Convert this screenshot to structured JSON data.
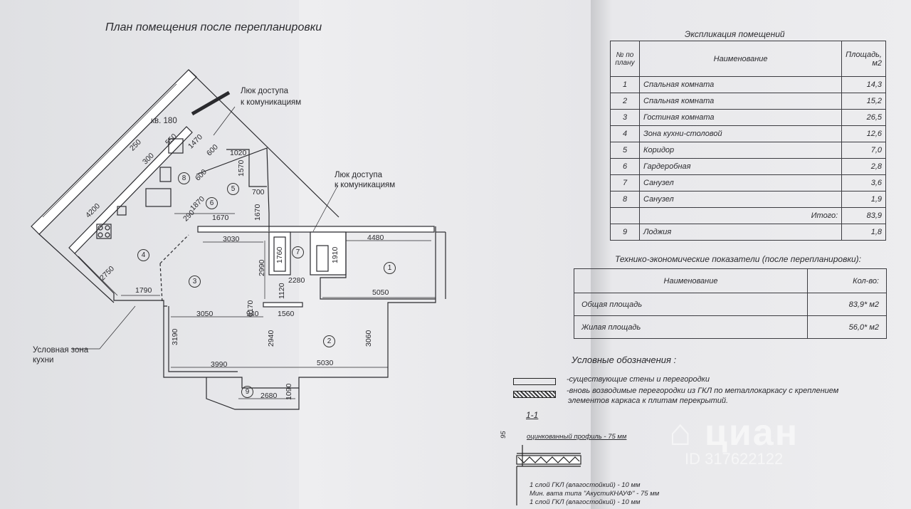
{
  "plan": {
    "title": "План помещения после перепланировки",
    "label_access_top_1": "Люк доступа",
    "label_access_top_2": "к комуникациям",
    "label_apartment": "кв. 180",
    "label_access_mid_1": "Люк доступа",
    "label_access_mid_2": "к комуникациям",
    "label_kitchen_zone_1": "Условная зона",
    "label_kitchen_zone_2": "кухни",
    "dimensions": [
      "4200",
      "250",
      "300",
      "550",
      "1470",
      "600",
      "600",
      "1020",
      "1570",
      "700",
      "1670",
      "1870",
      "290",
      "1670",
      "3030",
      "2990",
      "1760",
      "1120",
      "2280",
      "1910",
      "4480",
      "5050",
      "2750",
      "1790",
      "6170",
      "3050",
      "940",
      "1560",
      "3190",
      "2940",
      "3060",
      "3990",
      "5030",
      "2680",
      "1090"
    ],
    "rooms": [
      "1",
      "2",
      "3",
      "4",
      "5",
      "6",
      "7",
      "8",
      "9"
    ]
  },
  "explication": {
    "title": "Экспликация помещений",
    "headers": [
      "№ по плану",
      "Наименование",
      "Площадь, м2"
    ],
    "rows": [
      [
        "1",
        "Спальная комната",
        "14,3"
      ],
      [
        "2",
        "Спальная комната",
        "15,2"
      ],
      [
        "3",
        "Гостиная комната",
        "26,5"
      ],
      [
        "4",
        "Зона кухни-столовой",
        "12,6"
      ],
      [
        "5",
        "Коридор",
        "7,0"
      ],
      [
        "6",
        "Гардеробная",
        "2,8"
      ],
      [
        "7",
        "Санузел",
        "3,6"
      ],
      [
        "8",
        "Санузел",
        "1,9"
      ]
    ],
    "total_label": "Итого:",
    "total_value": "83,9",
    "row9": [
      "9",
      "Лоджия",
      "1,8"
    ]
  },
  "tech": {
    "title": "Технико-экономические показатели (после перепланировки):",
    "headers": [
      "Наименование",
      "Кол-во:"
    ],
    "rows": [
      [
        "Общая площадь",
        "83,9* м2"
      ],
      [
        "Жилая площадь",
        "56,0* м2"
      ]
    ]
  },
  "legend": {
    "title": "Условные обозначения :",
    "existing": "-существующие стены и перегородки",
    "new_1": "-вновь возводимые перегородки из ГКЛ по металлокаркасу с креплением",
    "new_2": "элементов каркаса к плитам перекрытий."
  },
  "section": {
    "title": "1-1",
    "dim": "95",
    "profile": "оцинкованный профиль - 75 мм",
    "layer1": "1 слой ГКЛ (влагостойкий) - 10 мм",
    "layer2": "Мин. вата типа \"АкустиКНАУФ\" - 75 мм",
    "layer3": "1 слой ГКЛ (влагостойкий) - 10 мм"
  },
  "watermark": {
    "brand": "циан",
    "id": "ID 317622122"
  },
  "colors": {
    "paper": "#e9e9ec",
    "ink": "#2a2a2e"
  }
}
